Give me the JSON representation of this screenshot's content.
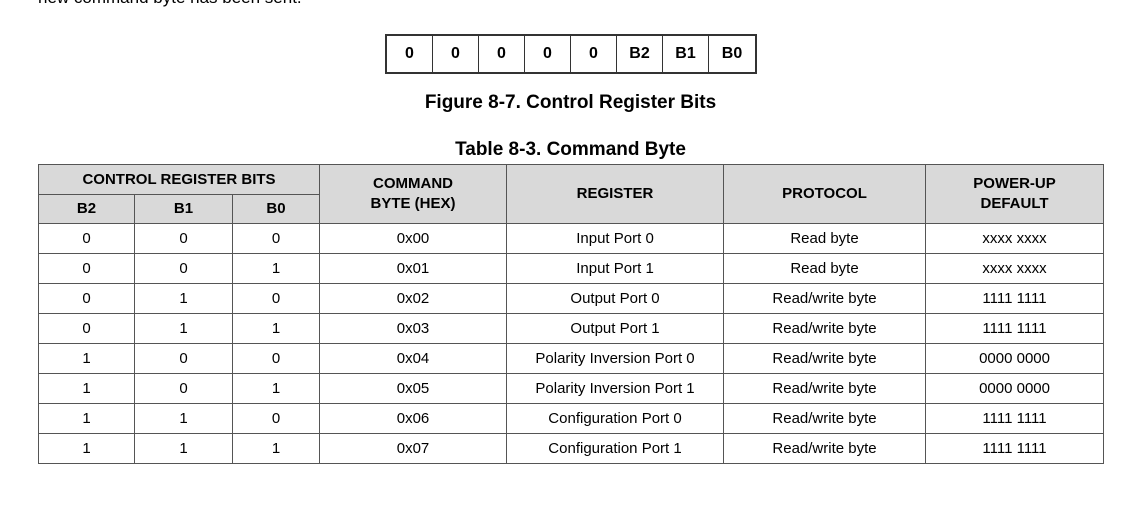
{
  "intro_text": "new command byte has been sent.",
  "register_bits": [
    "0",
    "0",
    "0",
    "0",
    "0",
    "B2",
    "B1",
    "B0"
  ],
  "figure_caption": "Figure 8-7. Control Register Bits",
  "table_caption": "Table 8-3. Command Byte",
  "table": {
    "group_header": "CONTROL REGISTER BITS",
    "bit_headers": [
      "B2",
      "B1",
      "B0"
    ],
    "command_header_line1": "COMMAND",
    "command_header_line2": "BYTE (HEX)",
    "register_header": "REGISTER",
    "protocol_header": "PROTOCOL",
    "default_header_line1": "POWER-UP",
    "default_header_line2": "DEFAULT",
    "rows": [
      {
        "b2": "0",
        "b1": "0",
        "b0": "0",
        "cmd": "0x00",
        "reg": "Input Port 0",
        "proto": "Read byte",
        "def": "xxxx xxxx"
      },
      {
        "b2": "0",
        "b1": "0",
        "b0": "1",
        "cmd": "0x01",
        "reg": "Input Port 1",
        "proto": "Read byte",
        "def": "xxxx xxxx"
      },
      {
        "b2": "0",
        "b1": "1",
        "b0": "0",
        "cmd": "0x02",
        "reg": "Output Port 0",
        "proto": "Read/write byte",
        "def": "1111 1111"
      },
      {
        "b2": "0",
        "b1": "1",
        "b0": "1",
        "cmd": "0x03",
        "reg": "Output Port 1",
        "proto": "Read/write byte",
        "def": "1111 1111"
      },
      {
        "b2": "1",
        "b1": "0",
        "b0": "0",
        "cmd": "0x04",
        "reg": "Polarity Inversion Port 0",
        "proto": "Read/write byte",
        "def": "0000 0000"
      },
      {
        "b2": "1",
        "b1": "0",
        "b0": "1",
        "cmd": "0x05",
        "reg": "Polarity Inversion Port 1",
        "proto": "Read/write byte",
        "def": "0000 0000"
      },
      {
        "b2": "1",
        "b1": "1",
        "b0": "0",
        "cmd": "0x06",
        "reg": "Configuration Port 0",
        "proto": "Read/write byte",
        "def": "1111 1111"
      },
      {
        "b2": "1",
        "b1": "1",
        "b0": "1",
        "cmd": "0x07",
        "reg": "Configuration Port 1",
        "proto": "Read/write byte",
        "def": "1111 1111"
      }
    ]
  }
}
